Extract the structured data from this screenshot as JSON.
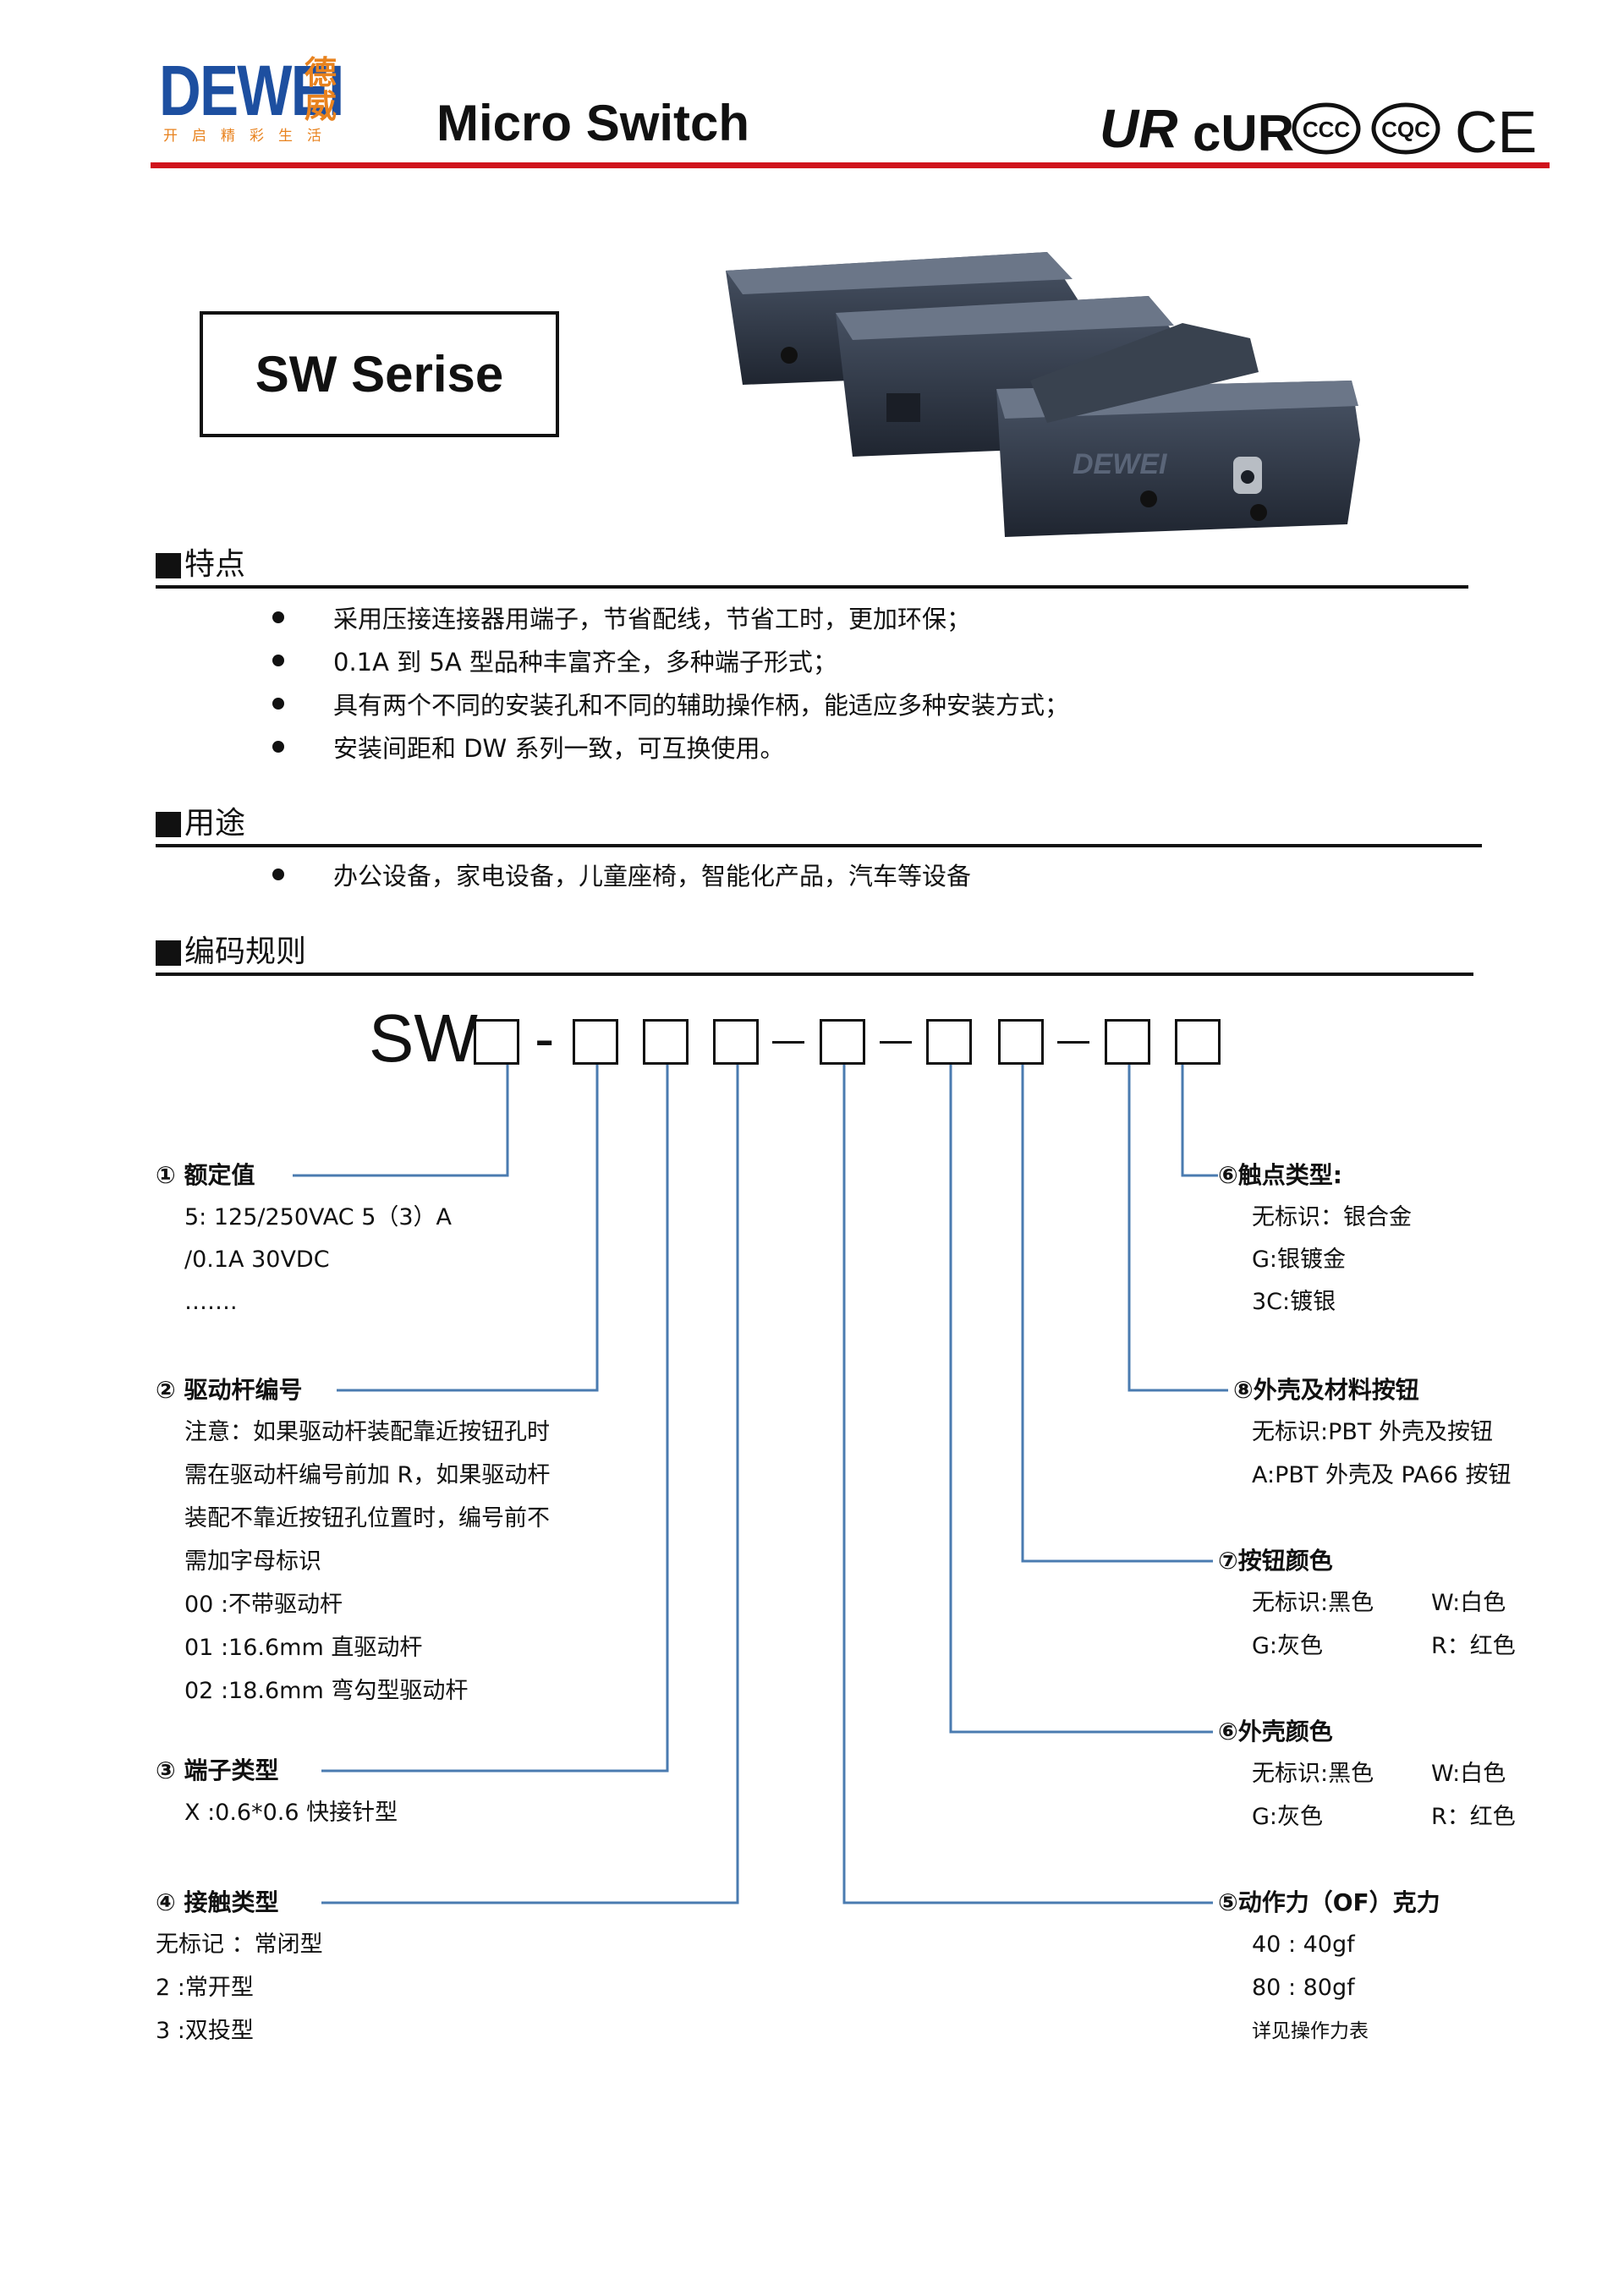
{
  "header": {
    "logo_text": "DEWEI",
    "logo_cn": "德威",
    "logo_slogan": "开启精彩生活",
    "title": "Micro Switch",
    "certifications": [
      "UR",
      "cUR",
      "CCC",
      "CQC",
      "CE"
    ]
  },
  "series_label": "SW Serise",
  "product_photo_text": "DEWEI",
  "features": {
    "heading": "特点",
    "items": [
      "采用压接连接器用端子，节省配线，节省工时，更加环保；",
      "0.1A 到 5A 型品种丰富齐全，多种端子形式；",
      "具有两个不同的安装孔和不同的辅助操作柄，能适应多种安装方式；",
      "安装间距和 DW 系列一致，可互换使用。"
    ]
  },
  "applications": {
    "heading": "用途",
    "items": [
      "办公设备，家电设备，儿童座椅，智能化产品，汽车等设备"
    ]
  },
  "coding": {
    "heading": "编码规则",
    "prefix": "SW",
    "separator": "-",
    "left": [
      {
        "title": "①  额定值",
        "lines": [
          "5:    125/250VAC    5（3）A",
          "      /0.1A     30VDC",
          "      ……."
        ]
      },
      {
        "title": "②  驱动杆编号",
        "lines": [
          "注意：如果驱动杆装配靠近按钮孔时",
          "需在驱动杆编号前加 R，如果驱动杆",
          "装配不靠近按钮孔位置时，编号前不",
          "需加字母标识",
          "00    :不带驱动杆",
          "01    :16.6mm 直驱动杆",
          "02    :18.6mm 弯勾型驱动杆"
        ]
      },
      {
        "title": "③  端子类型",
        "lines": [
          "X     :0.6*0.6 快接针型"
        ]
      },
      {
        "title": "④  接触类型",
        "lines": [
          "无标记 ：常闭型",
          "   2   :常开型",
          "   3   :双投型"
        ]
      }
    ],
    "right": [
      {
        "title": "⑥触点类型:",
        "lines": [
          "无标识：银合金",
          "G:银镀金",
          "3C:镀银"
        ]
      },
      {
        "title": "⑧外壳及材料按钮",
        "lines": [
          "无标识:PBT 外壳及按钮",
          "A:PBT 外壳及 PA66 按钮"
        ]
      },
      {
        "title": "⑦按钮颜色",
        "lines": [
          "无标识:黑色",
          "G:灰色"
        ],
        "lines2": [
          "W:白色",
          "R：红色"
        ]
      },
      {
        "title": "⑥外壳颜色",
        "lines": [
          "无标识:黑色",
          "G:灰色"
        ],
        "lines2": [
          "W:白色",
          "R：红色"
        ]
      },
      {
        "title": "⑤动作力（OF）克力",
        "lines": [
          "40      : 40gf",
          "80      : 80gf"
        ],
        "note": "详见操作力表"
      }
    ]
  },
  "colors": {
    "brand_blue": "#1d4fa0",
    "brand_orange": "#e8821e",
    "rule_red": "#d0121b",
    "connector": "#4a7bb0"
  }
}
